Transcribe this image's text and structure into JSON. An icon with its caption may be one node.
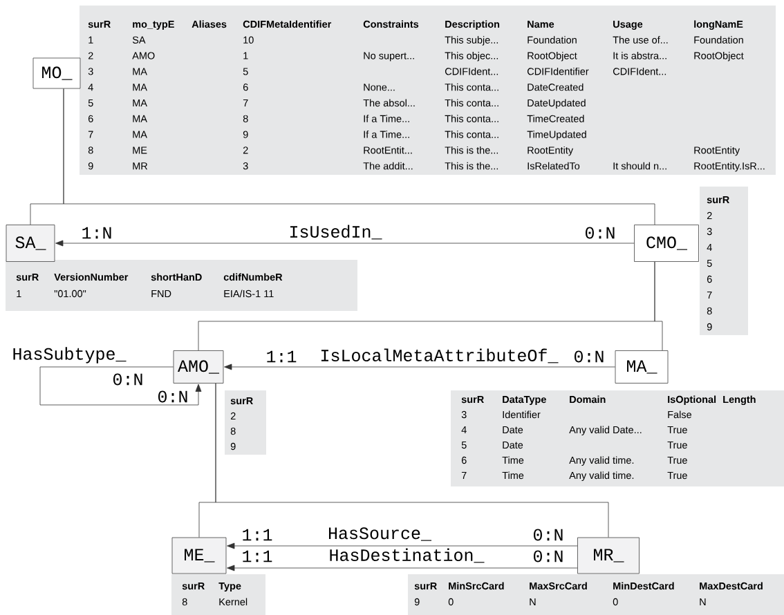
{
  "diagram": {
    "nodes": [
      {
        "text": [
          "MO_"
        ]
      },
      {
        "text": [
          "SA_"
        ]
      },
      {
        "text": [
          "CMO_"
        ]
      },
      {
        "text": [
          "AMO_"
        ]
      },
      {
        "text": [
          "MA_"
        ]
      },
      {
        "text": [
          "ME_"
        ]
      },
      {
        "text": [
          "MR_"
        ]
      }
    ],
    "edges": [
      {
        "from": 0,
        "to": 1,
        "arrow": "none"
      },
      {
        "from": 0,
        "to": 2,
        "arrow": "none"
      },
      {
        "from": 2,
        "to": 1,
        "arrow": "to",
        "label": "IsUsedIn_"
      },
      {
        "from": 2,
        "to": 3,
        "arrow": "none"
      },
      {
        "from": 2,
        "to": 4,
        "arrow": "none"
      },
      {
        "from": 4,
        "to": 3,
        "arrow": "to",
        "label": "IsLocalMetaAttributeOf_"
      },
      {
        "from": 3,
        "to": 3,
        "arrow": "to",
        "label": "HasSubtype_"
      },
      {
        "from": 3,
        "to": 5,
        "arrow": "none"
      },
      {
        "from": 3,
        "to": 6,
        "arrow": "none"
      },
      {
        "from": 6,
        "to": 5,
        "arrow": "to",
        "label": "HasSource_"
      },
      {
        "from": 6,
        "to": 5,
        "arrow": "to",
        "label": "HasDestination_"
      }
    ],
    "labels": [
      "surR",
      "mo_typE",
      "Aliases",
      "CDIFMetaIdentifier",
      "Constraints",
      "Description",
      "Name",
      "Usage",
      "longNamE",
      "1",
      "SA",
      "10",
      "This subje...",
      "Foundation",
      "The use of...",
      "Foundation",
      "2",
      "AMO",
      "1",
      "No supert...",
      "This objec...",
      "RootObject",
      "It is abstra...",
      "RootObject",
      "3",
      "MA",
      "5",
      "CDIFIdent...",
      "CDIFIdentifier",
      "CDIFIdent...",
      "4",
      "MA",
      "6",
      "None...",
      "This conta...",
      "DateCreated",
      "5",
      "MA",
      "7",
      "The absol...",
      "This conta...",
      "DateUpdated",
      "6",
      "MA",
      "8",
      "If a Time...",
      "This conta...",
      "TimeCreated",
      "7",
      "MA",
      "9",
      "If a Time...",
      "This conta...",
      "TimeUpdated",
      "8",
      "ME",
      "2",
      "RootEntit...",
      "This is the...",
      "RootEntity",
      "RootEntity",
      "9",
      "MR",
      "3",
      "The addit...",
      "This is the...",
      "IsRelatedTo",
      "It should n...",
      "RootEntity.IsR...",
      "1:N",
      "0:N",
      "surR",
      "2",
      "3",
      "4",
      "5",
      "6",
      "7",
      "8",
      "9",
      "surR",
      "VersionNumber",
      "shortHanD",
      "cdifNumbeR",
      "1",
      "\"01.00\"",
      "FND",
      "EIA/IS-1 11",
      "1:1",
      "0:N",
      "0:N",
      "0:N",
      "surR",
      "2",
      "8",
      "9",
      "surR",
      "DataType",
      "Domain",
      "IsOptional",
      "Length",
      "3",
      "Identifier",
      "False",
      "4",
      "Date",
      "Any valid Date...",
      "True",
      "5",
      "Date",
      "True",
      "6",
      "Time",
      "Any valid time.",
      "True",
      "7",
      "Time",
      "Any valid time.",
      "True",
      "1:1",
      "0:N",
      "1:1",
      "0:N",
      "surR",
      "Type",
      "8",
      "Kernel",
      "surR",
      "MinSrcCard",
      "MaxSrcCard",
      "MinDestCard",
      "MaxDestCard",
      "9",
      "0",
      "N",
      "0",
      "N"
    ]
  }
}
